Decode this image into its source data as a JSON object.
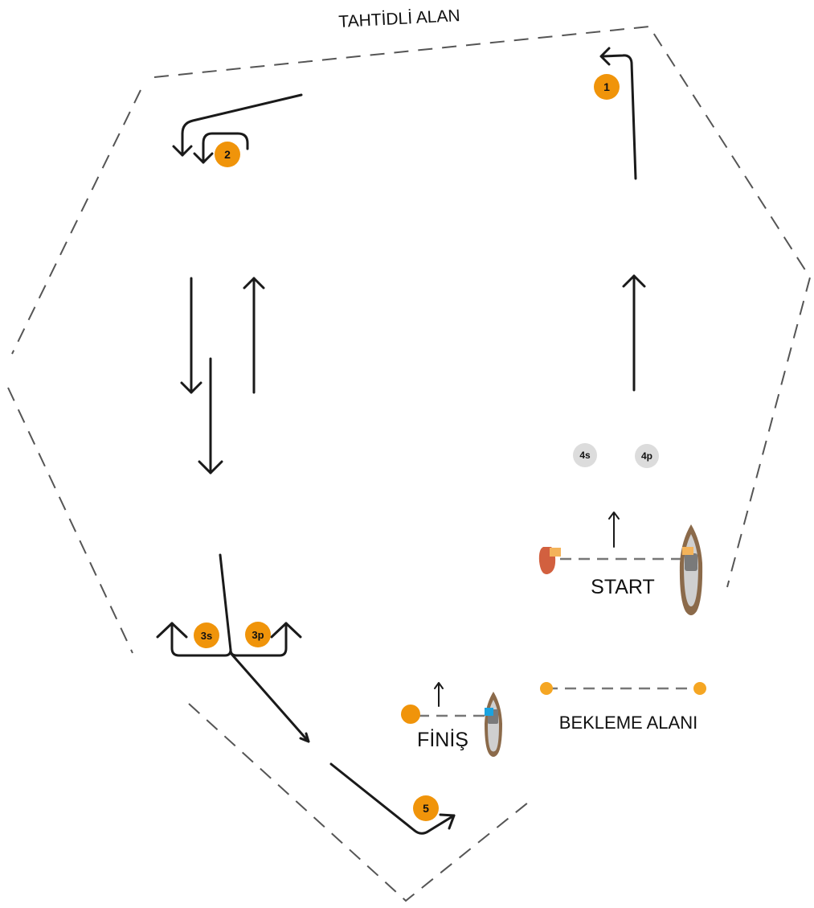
{
  "labels": {
    "restricted_area": "TAHTİDLİ ALAN",
    "start": "START",
    "finish": "FİNİŞ",
    "waiting_area": "BEKLEME ALANI"
  },
  "markers": {
    "m1": "1",
    "m2": "2",
    "m3s": "3s",
    "m3p": "3p",
    "m4s": "4s",
    "m4p": "4p",
    "m5": "5"
  },
  "colors": {
    "orange_marker": "#f0940a",
    "grey_marker": "#dcdcdc",
    "boundary": "#555555",
    "boat_hull": "#8b6a4a",
    "boat_deck": "#cfcfcf",
    "buoy_red": "#d2603f",
    "flag_orange": "#f4b35a",
    "finish_flag_blue": "#1aa3e0"
  }
}
